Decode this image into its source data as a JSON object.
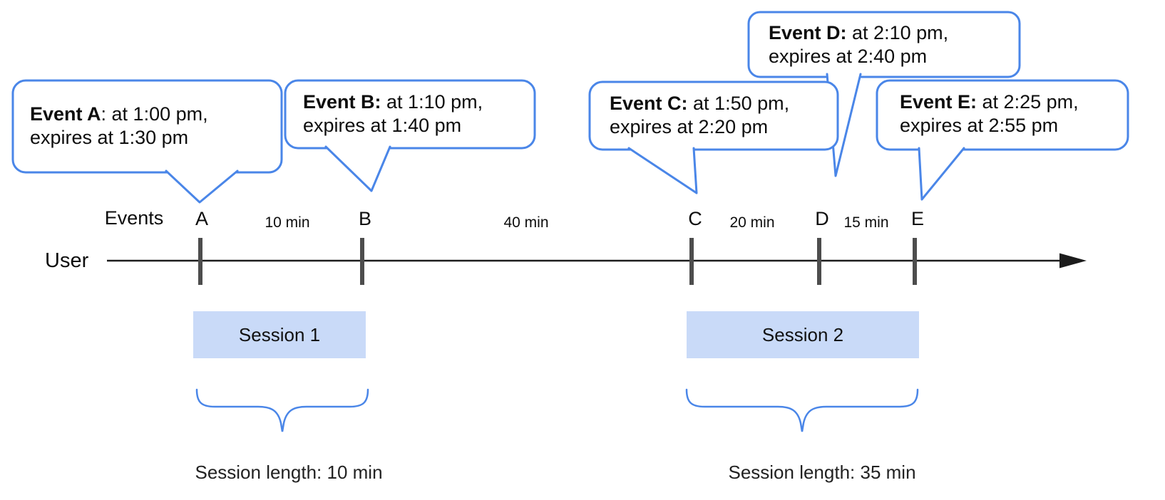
{
  "labels": {
    "events_axis": "Events",
    "user": "User"
  },
  "bubbles": [
    {
      "letter": "A",
      "bold": "Event A",
      "line1_rest": ": at 1:00 pm,",
      "line2": "expires at 1:30 pm"
    },
    {
      "letter": "B",
      "bold": "Event B:",
      "line1_rest": " at 1:10 pm,",
      "line2": "expires at 1:40 pm"
    },
    {
      "letter": "C",
      "bold": "Event C:",
      "line1_rest": " at 1:50 pm,",
      "line2": "expires at 2:20 pm"
    },
    {
      "letter": "D",
      "bold": "Event D:",
      "line1_rest": " at 2:10 pm,",
      "line2": "expires at 2:40 pm"
    },
    {
      "letter": "E",
      "bold": "Event E:",
      "line1_rest": " at 2:25 pm,",
      "line2": "expires at 2:55 pm"
    }
  ],
  "tick_labels": [
    "A",
    "B",
    "C",
    "D",
    "E"
  ],
  "intervals": [
    "10 min",
    "40 min",
    "20 min",
    "15 min"
  ],
  "sessions": [
    {
      "label": "Session 1",
      "length": "Session length: 10 min"
    },
    {
      "label": "Session 2",
      "length": "Session length: 35 min"
    }
  ],
  "colors": {
    "accent_blue": "#4a86e8",
    "session_fill": "#c9daf8",
    "tick_gray": "#4d4d4d",
    "line_black": "#1c1c1c"
  }
}
